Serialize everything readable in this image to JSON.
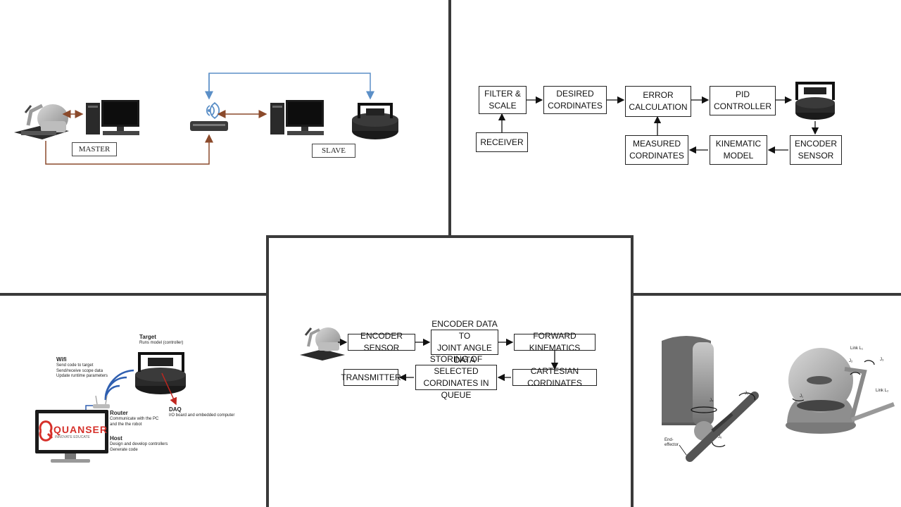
{
  "panel_master_slave": {
    "master_label": "MASTER",
    "slave_label": "SLAVE"
  },
  "panel_control_loop": {
    "filter_scale": "FILTER &\nSCALE",
    "desired": "DESIRED\nCORDINATES",
    "error": "ERROR\nCALCULATION",
    "pid": "PID\nCONTROLLER",
    "receiver": "RECEIVER",
    "measured": "MEASURED\nCORDINATES",
    "kinematic": "KINEMATIC\nMODEL",
    "encoder": "ENCODER\nSENSOR"
  },
  "panel_transmit": {
    "encoder_sensor": "ENCODER SENSOR",
    "encoder_to_joint": "ENCODER DATA TO\nJOINT ANGLE DATA",
    "forward_kinematics": "FORWARD KINEMATICS",
    "cartesian": "CARTESIAN CORDINATES",
    "storing": "STORING OF SELECTED\nCORDINATES IN QUEUE",
    "transmitter": "TRANSMITTER"
  },
  "panel_quanser": {
    "target_title": "Target",
    "target_desc": "Runs model (controller)",
    "wifi_title": "Wifi",
    "wifi_desc1": "Send code to target",
    "wifi_desc2": "Send/receive scope data",
    "wifi_desc3": "Update runtime parameters",
    "router_title": "Router",
    "router_desc1": "Communicate with the PC",
    "router_desc2": "and the the robot",
    "daq_title": "DAQ",
    "daq_desc": "I/O board and embedded computer",
    "host_title": "Host",
    "host_desc1": "Design and develop controllers",
    "host_desc2": "Generate code",
    "logo_text": "QUANSER",
    "logo_tagline": "INNOVATE  EDUCATE"
  },
  "panel_haptic": {
    "j1": "J₁",
    "j2": "J₂",
    "j3": "J₃",
    "j4": "J₄",
    "j5": "J₅",
    "j6": "J₆",
    "link1": "Link L₁",
    "link2": "Link L₂",
    "end_effector_1": "End-",
    "end_effector_2": "effector"
  },
  "colors": {
    "divider": "#3a3a3a",
    "brown_arrow": "#8b4a2b",
    "blue_arrow": "#5b8fc7",
    "quanser_red": "#d6302a",
    "wifi_blue": "#2f5fb0"
  }
}
